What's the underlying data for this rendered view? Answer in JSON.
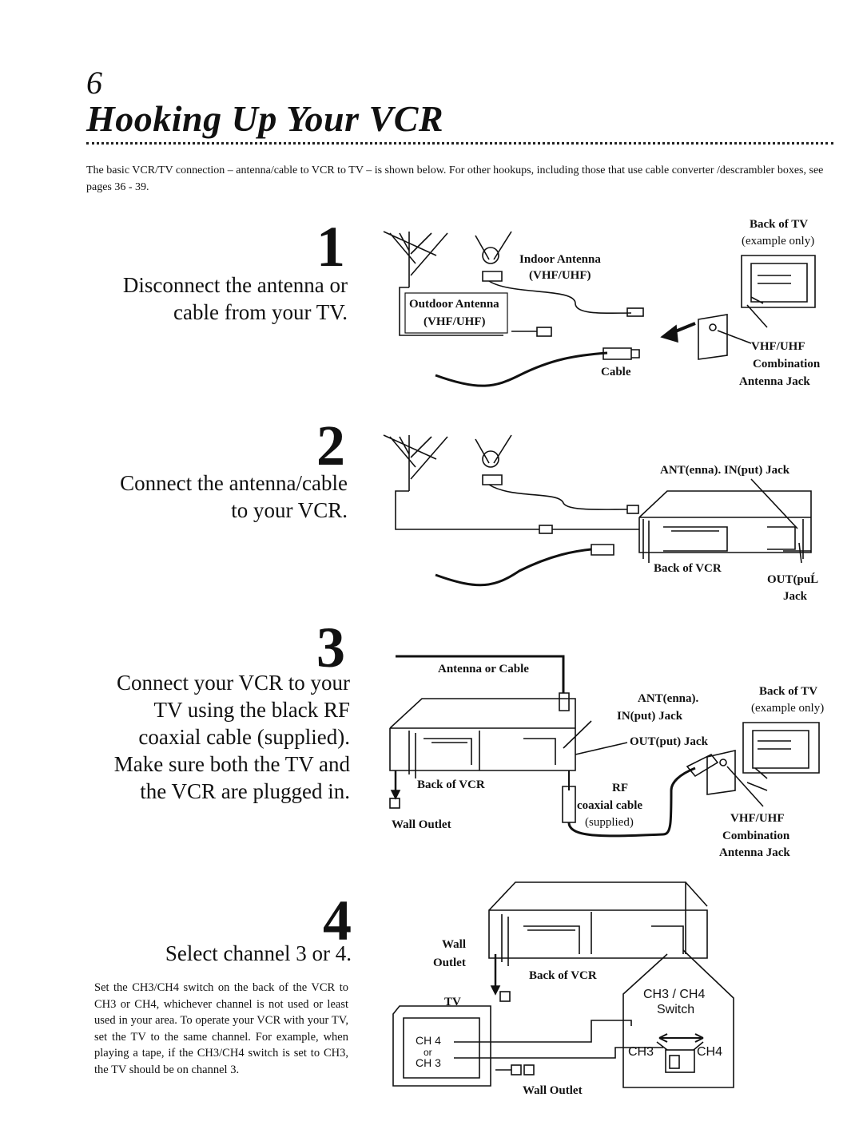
{
  "page": {
    "number": "6",
    "title": "Hooking Up Your VCR",
    "intro": "The basic VCR/TV connection – antenna/cable to VCR to TV – is shown below.  For other hookups, including those that use cable converter /descrambler boxes, see pages 36 - 39."
  },
  "steps": [
    {
      "number": "1",
      "lines": [
        "Disconnect the antenna or",
        "cable from your TV."
      ]
    },
    {
      "number": "2",
      "lines": [
        "Connect the antenna/cable",
        "to your VCR."
      ]
    },
    {
      "number": "3",
      "lines": [
        "Connect your VCR to your",
        "TV using the black RF",
        "coaxial cable (supplied).",
        "Make sure both the TV and",
        "the VCR are plugged in."
      ]
    },
    {
      "number": "4",
      "lines": [
        "Select channel 3 or 4."
      ]
    }
  ],
  "step4_detail": "Set the CH3/CH4 switch on the back of the VCR to CH3 or CH4, whichever channel is not used or least used in your area. To operate your VCR with your TV, set the TV to the same channel. For example, when playing a tape, if the CH3/CH4 switch is set to CH3, the TV should be on channel 3.",
  "diagram1": {
    "indoor_antenna": [
      "Indoor Antenna",
      "(VHF/UHF)"
    ],
    "outdoor_antenna": [
      "Outdoor Antenna",
      "(VHF/UHF)"
    ],
    "cable": "Cable",
    "back_of_tv": [
      "Back of TV",
      "(example only)"
    ],
    "jack": [
      "VHF/UHF",
      "Combination",
      "Antenna Jack"
    ]
  },
  "diagram2": {
    "ant_in_jack": "ANT(enna). IN(put) Jack",
    "back_of_vcr": "Back of VCR",
    "out_jack": [
      "OUT(puĹ",
      "Jack"
    ]
  },
  "diagram3": {
    "antenna_or_cable": "Antenna or Cable",
    "ant_in": [
      "ANT(enna).",
      "IN(put) Jack"
    ],
    "out_jack": "OUT(put) Jack",
    "back_of_tv": [
      "Back of TV",
      "(example only)"
    ],
    "back_of_vcr": "Back of VCR",
    "rf_cable": [
      "RF",
      "coaxial cable",
      "(supplied)"
    ],
    "wall_outlet": "Wall Outlet",
    "jack": [
      "VHF/UHF",
      "Combination",
      "Antenna Jack"
    ]
  },
  "diagram4": {
    "wall_outlet_top": [
      "Wall",
      "Outlet"
    ],
    "back_of_vcr": "Back of VCR",
    "tv": "TV",
    "ch4": "CH 4",
    "or": "or",
    "ch3": "CH 3",
    "switch_title": [
      "CH3 / CH4",
      "Switch"
    ],
    "switch_ch3": "CH3",
    "switch_ch4": "CH4",
    "wall_outlet_bottom": "Wall Outlet"
  }
}
